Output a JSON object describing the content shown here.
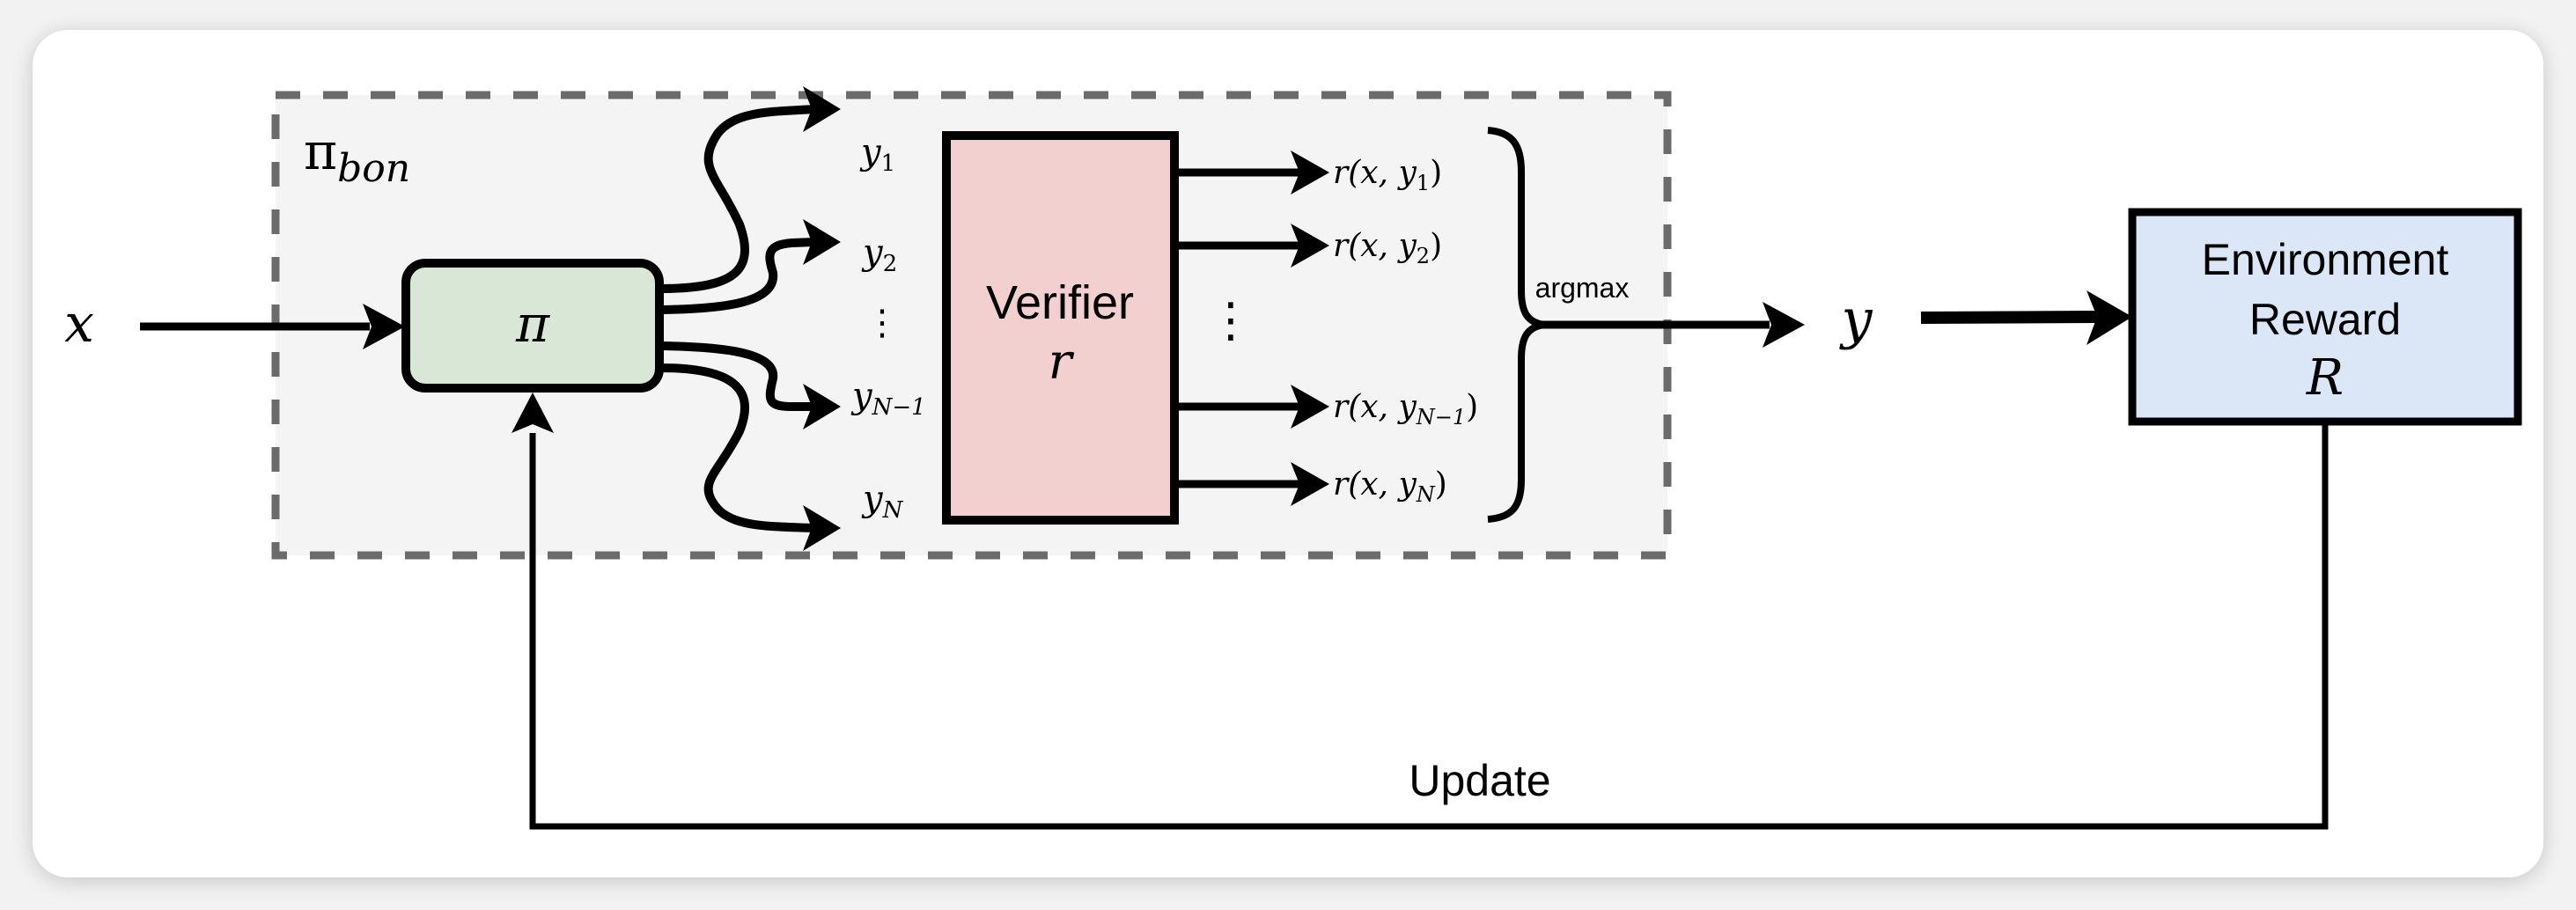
{
  "diagram": {
    "input_label": "x",
    "outer_group_label": {
      "base": "π",
      "subscript": "bon"
    },
    "policy_box": {
      "label": "π",
      "fill": "#d9e7d6"
    },
    "samples": [
      {
        "base": "y",
        "sub": "1"
      },
      {
        "base": "y",
        "sub": "2"
      },
      {
        "base": "⋮",
        "sub": ""
      },
      {
        "base": "y",
        "sub": "N−1"
      },
      {
        "base": "y",
        "sub": "N"
      }
    ],
    "verifier_box": {
      "title": "Verifier",
      "symbol": "r",
      "fill": "#f2d0cf"
    },
    "rewards": [
      {
        "prefix": "r(x, y",
        "sub": "1",
        "suffix": ")"
      },
      {
        "prefix": "r(x, y",
        "sub": "2",
        "suffix": ")"
      },
      {
        "prefix": "r(x, y",
        "sub": "N−1",
        "suffix": ")"
      },
      {
        "prefix": "r(x, y",
        "sub": "N",
        "suffix": ")"
      }
    ],
    "reward_ellipsis": "⋮",
    "aggregator_label": "argmax",
    "output_label": "y",
    "environment_box": {
      "line1": "Environment",
      "line2": "Reward",
      "symbol": "R",
      "fill": "#dbe7f7"
    },
    "feedback_label": "Update",
    "dashed_group_fill": "#f4f4f4",
    "dashed_group_stroke": "#6b6b6b"
  }
}
